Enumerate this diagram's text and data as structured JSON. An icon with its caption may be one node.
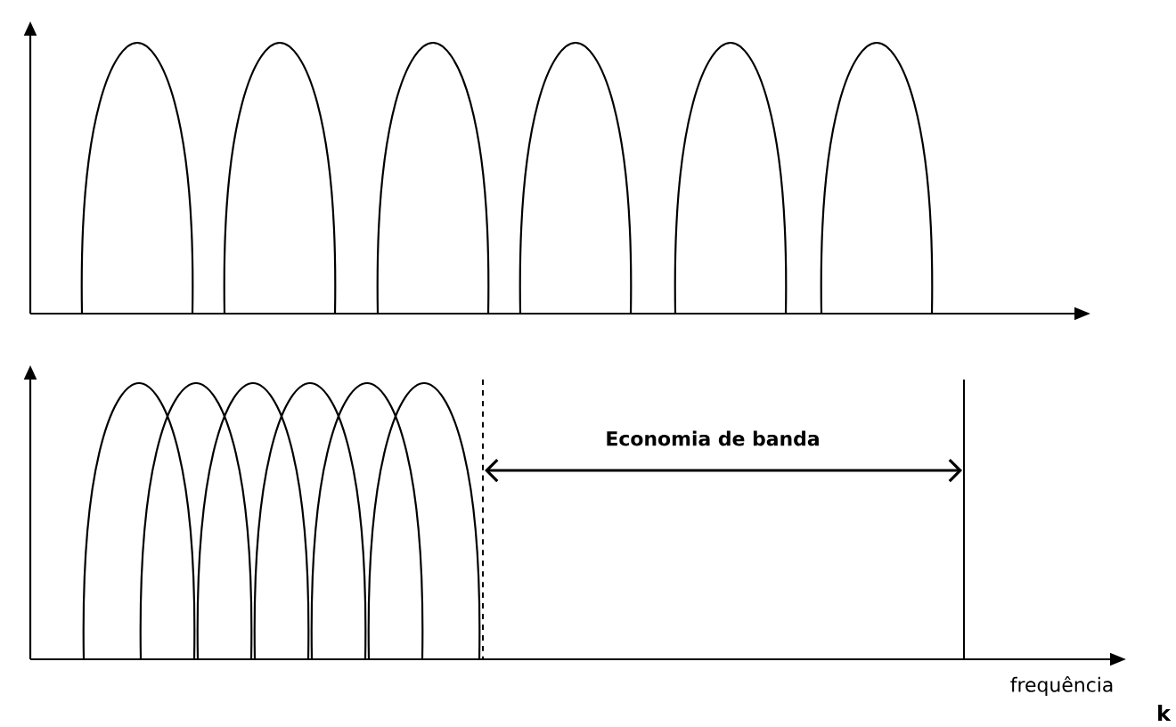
{
  "diagram": {
    "labels": [
      "Economia de banda",
      "frequência",
      "k"
    ]
  }
}
